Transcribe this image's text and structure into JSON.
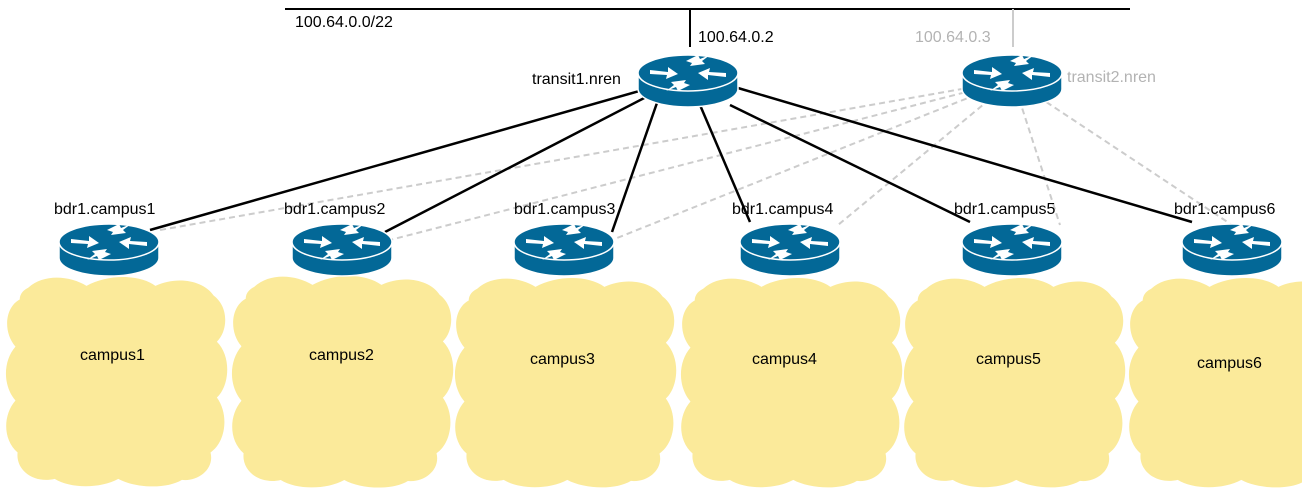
{
  "network": {
    "subnet": "100.64.0.0/22",
    "transits": [
      {
        "name": "transit1.nren",
        "ip": "100.64.0.2",
        "style": "active"
      },
      {
        "name": "transit2.nren",
        "ip": "100.64.0.3",
        "style": "inactive"
      }
    ],
    "borders": [
      {
        "router": "bdr1.campus1",
        "campus": "campus1"
      },
      {
        "router": "bdr1.campus2",
        "campus": "campus2"
      },
      {
        "router": "bdr1.campus3",
        "campus": "campus3"
      },
      {
        "router": "bdr1.campus4",
        "campus": "campus4"
      },
      {
        "router": "bdr1.campus5",
        "campus": "campus5"
      },
      {
        "router": "bdr1.campus6",
        "campus": "campus6"
      }
    ]
  },
  "colors": {
    "router_fill": "#036897",
    "router_stroke": "#ffffff",
    "cloud_fill": "#fbea9a",
    "active_link": "#000000",
    "inactive_link": "#cccccc",
    "inactive_text": "#b3b3b3"
  }
}
